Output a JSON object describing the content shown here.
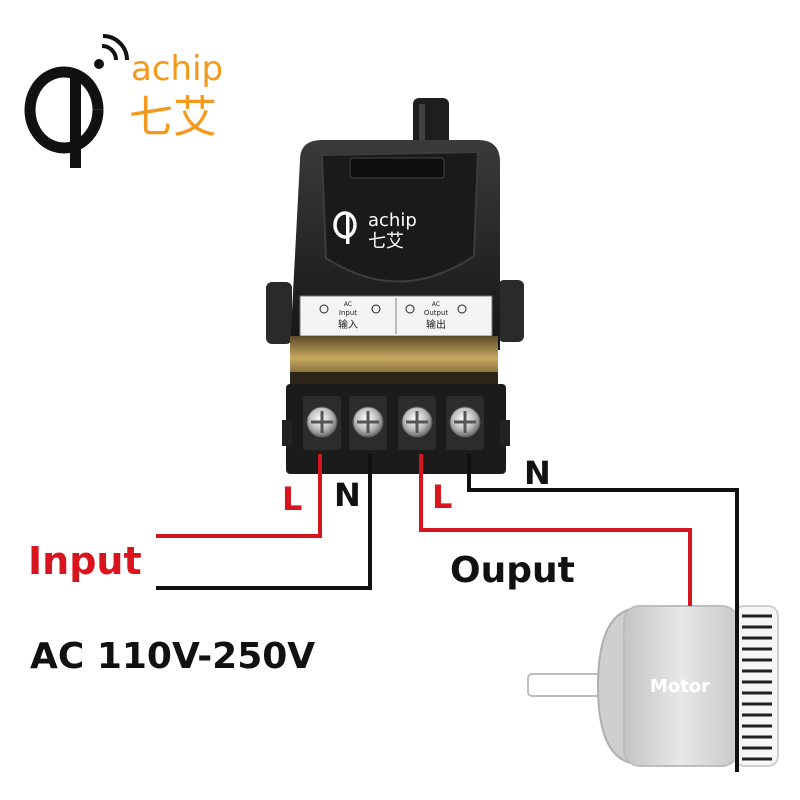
{
  "brand": {
    "name": "achip",
    "chinese": "七艾",
    "accent": "#f39a1e"
  },
  "device": {
    "terminal_group_left": {
      "top": "AC",
      "mid": "Input",
      "cn": "输入"
    },
    "terminal_group_right": {
      "top": "AC",
      "mid": "Output",
      "cn": "输出"
    }
  },
  "labels": {
    "input_l": "L",
    "input_n": "N",
    "output_l": "L",
    "output_n": "N",
    "input": "Input",
    "output": "Ouput",
    "voltage": "AC 110V-250V",
    "motor": "Motor"
  },
  "colors": {
    "live_wire": "#d8141e",
    "neutral_wire": "#111111",
    "device_body": "#232323",
    "terminal_strip": "#a98a4a",
    "motor_body": "#d9d9d9"
  }
}
